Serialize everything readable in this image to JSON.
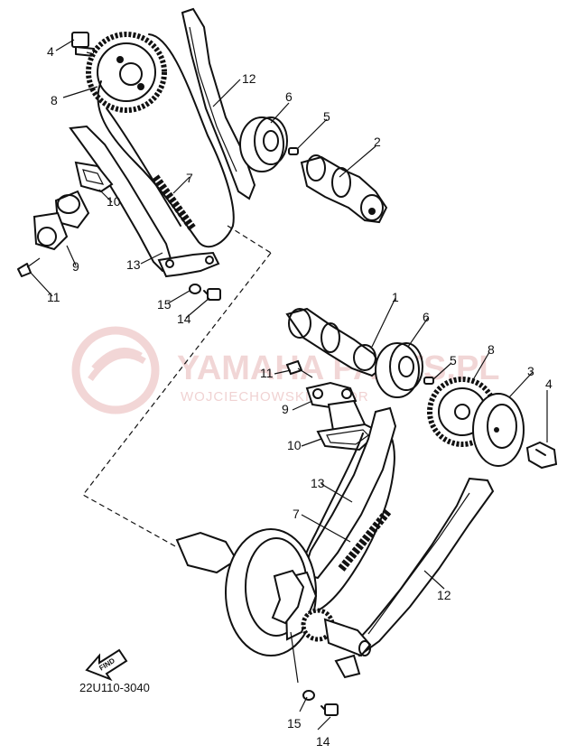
{
  "diagram_code": "22U110-3040",
  "find_label": "FIND",
  "watermark": {
    "title": "YAMAHA PARTS.PL",
    "subtitle": "WOJCIECHOWSKI MOTOR",
    "color": "#e7b5b5"
  },
  "callouts": {
    "upper_4": "4",
    "upper_8": "8",
    "upper_12": "12",
    "upper_6": "6",
    "upper_5": "5",
    "upper_2": "2",
    "upper_7": "7",
    "upper_10": "10",
    "upper_9": "9",
    "upper_13": "13",
    "upper_11": "11",
    "upper_15": "15",
    "upper_14": "14",
    "lower_1": "1",
    "lower_6": "6",
    "lower_5": "5",
    "lower_8": "8",
    "lower_3": "3",
    "lower_4": "4",
    "lower_11": "11",
    "lower_9": "9",
    "lower_10": "10",
    "lower_13": "13",
    "lower_7": "7",
    "lower_12": "12",
    "lower_15": "15",
    "lower_14": "14"
  }
}
